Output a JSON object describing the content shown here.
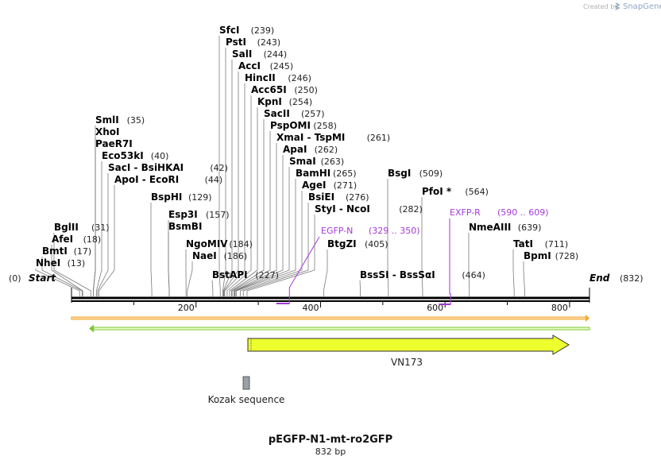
{
  "credit": {
    "prefix": "Created by",
    "brand": "SnapGene"
  },
  "sequence": {
    "name": "pEGFP-N1-mt-ro2GFP",
    "length_label": "832 bp",
    "length": 832
  },
  "enzymes": [
    {
      "name": "SfcI",
      "pos": "(239)",
      "bp": 239
    },
    {
      "name": "PstI",
      "pos": "(243)",
      "bp": 243
    },
    {
      "name": "SalI",
      "pos": "(244)",
      "bp": 244
    },
    {
      "name": "AccI",
      "pos": "(245)",
      "bp": 245
    },
    {
      "name": "HincII",
      "pos": "(246)",
      "bp": 246
    },
    {
      "name": "Acc65I",
      "pos": "(250)",
      "bp": 250
    },
    {
      "name": "KpnI",
      "pos": "(254)",
      "bp": 254
    },
    {
      "name": "SacII",
      "pos": "(257)",
      "bp": 257
    },
    {
      "name": "PspOMI",
      "pos": "(258)",
      "bp": 258
    },
    {
      "name": "XmaI - TspMI",
      "pos": "(261)",
      "bp": 261
    },
    {
      "name": "ApaI",
      "pos": "(262)",
      "bp": 262
    },
    {
      "name": "SmaI",
      "pos": "(263)",
      "bp": 263
    },
    {
      "name": "BamHI",
      "pos": "(265)",
      "bp": 265
    },
    {
      "name": "AgeI",
      "pos": "(271)",
      "bp": 271
    },
    {
      "name": "BsiEI",
      "pos": "(276)",
      "bp": 276
    },
    {
      "name": "StyI - NcoI",
      "pos": "(282)",
      "bp": 282
    },
    {
      "name": "SmlI",
      "pos": "(35)",
      "bp": 35
    },
    {
      "name": "XhoI",
      "pos": "",
      "bp": 35
    },
    {
      "name": "PaeR7I",
      "pos": "",
      "bp": 35
    },
    {
      "name": "Eco53kI",
      "pos": "(40)",
      "bp": 40
    },
    {
      "name": "SacI - BsiHKAI",
      "pos": "(42)",
      "bp": 42
    },
    {
      "name": "ApoI - EcoRI",
      "pos": "(44)",
      "bp": 44
    },
    {
      "name": "BspHI",
      "pos": "(129)",
      "bp": 129
    },
    {
      "name": "Esp3I",
      "pos": "(157)",
      "bp": 157
    },
    {
      "name": "BsmBI",
      "pos": "",
      "bp": 157
    },
    {
      "name": "NgoMIV",
      "pos": "(184)",
      "bp": 184
    },
    {
      "name": "NaeI",
      "pos": "(186)",
      "bp": 186
    },
    {
      "name": "BstAPI",
      "pos": "(227)",
      "bp": 227
    },
    {
      "name": "BglII",
      "pos": "(31)",
      "bp": 31
    },
    {
      "name": "AfeI",
      "pos": "(18)",
      "bp": 18
    },
    {
      "name": "BmtI",
      "pos": "(17)",
      "bp": 17
    },
    {
      "name": "NheI",
      "pos": "(13)",
      "bp": 13
    },
    {
      "name": "BsgI",
      "pos": "(509)",
      "bp": 509
    },
    {
      "name": "PfoI *",
      "pos": "(564)",
      "bp": 564
    },
    {
      "name": "BtgZI",
      "pos": "(405)",
      "bp": 405
    },
    {
      "name": "BssSI - BssSαI",
      "pos": "(464)",
      "bp": 464
    },
    {
      "name": "NmeAIII",
      "pos": "(639)",
      "bp": 639
    },
    {
      "name": "TatI",
      "pos": "(711)",
      "bp": 711
    },
    {
      "name": "BpmI",
      "pos": "(728)",
      "bp": 728
    }
  ],
  "ends": {
    "start": {
      "label": "Start",
      "pos": "(0)"
    },
    "end": {
      "label": "End",
      "pos": "(832)"
    }
  },
  "primers": [
    {
      "name": "EGFP-N",
      "range": "(329 .. 350)",
      "start": 329,
      "end": 350,
      "direction": "forward"
    },
    {
      "name": "EXFP-R",
      "range": "(590 .. 609)",
      "start": 590,
      "end": 609,
      "direction": "reverse"
    }
  ],
  "ruler": {
    "ticks": [
      200,
      400,
      600,
      800
    ]
  },
  "features": [
    {
      "name": "VN173",
      "start": 286,
      "end": 803,
      "color": "#eeff2e",
      "direction": "forward"
    },
    {
      "name": "Kozak sequence",
      "start": 276,
      "end": 287,
      "color": "#9aa0a6"
    }
  ],
  "colors": {
    "outer_arrow": "#f0a830",
    "inner_arrow": "#7ec63a",
    "primer": "#a23ad6"
  }
}
